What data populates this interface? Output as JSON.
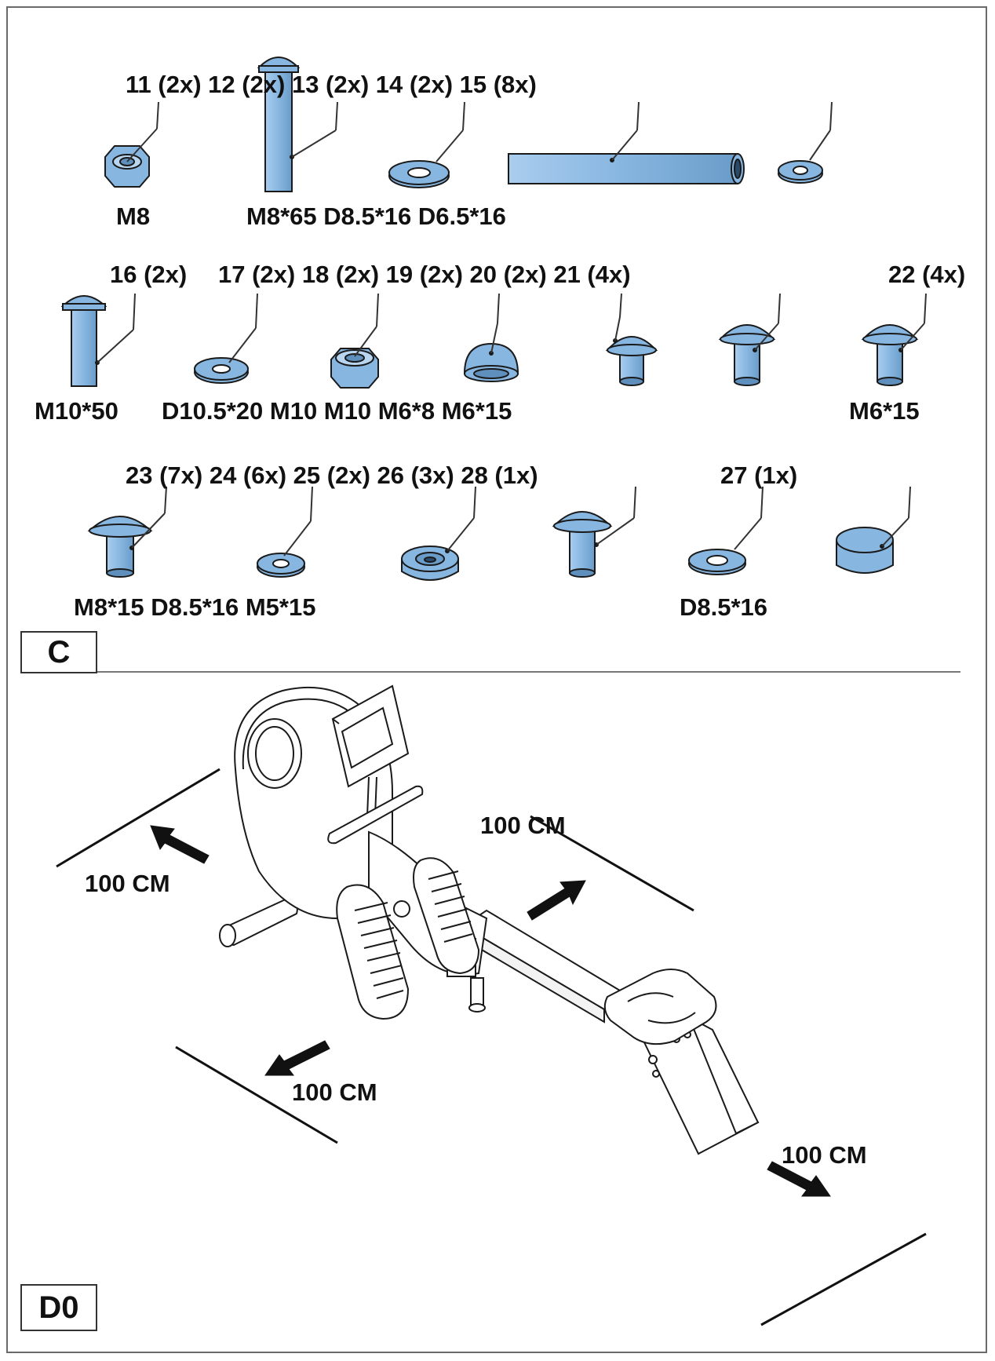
{
  "colors": {
    "part_fill": "#87b6e0",
    "outline": "#1a1a1a",
    "line": "#333333"
  },
  "section_c": {
    "tab": "C",
    "rows": [
      {
        "numbers": "11 (2x) 12 (2x) 13 (2x) 14 (2x) 15 (8x)",
        "sizes_a": "M8",
        "sizes_b": "M8*65 D8.5*16 D6.5*16"
      },
      {
        "numbers_a": "16 (2x)",
        "numbers_b": "17 (2x) 18 (2x) 19 (2x) 20 (2x) 21 (4x)",
        "numbers_c": "22 (4x)",
        "sizes_a": "M10*50",
        "sizes_b": "D10.5*20 M10 M10 M6*8 M6*15",
        "sizes_c": "M6*15"
      },
      {
        "numbers_a": "23 (7x) 24 (6x) 25 (2x) 26 (3x) 28 (1x)",
        "numbers_b": "27 (1x)",
        "sizes_a": "M8*15 D8.5*16 M5*15",
        "sizes_b": "D8.5*16"
      }
    ],
    "parts": [
      {
        "icon": "nut-icon"
      },
      {
        "icon": "carriage-bolt-icon"
      },
      {
        "icon": "washer-icon"
      },
      {
        "icon": "tube-icon"
      },
      {
        "icon": "washer-icon"
      },
      {
        "icon": "carriage-bolt-icon"
      },
      {
        "icon": "washer-icon"
      },
      {
        "icon": "nut-icon"
      },
      {
        "icon": "cap-nut-icon"
      },
      {
        "icon": "short-screw-icon"
      },
      {
        "icon": "screw-icon"
      },
      {
        "icon": "screw-icon"
      },
      {
        "icon": "screw-icon"
      },
      {
        "icon": "washer-icon"
      },
      {
        "icon": "spacer-icon"
      },
      {
        "icon": "screw-icon"
      },
      {
        "icon": "washer-icon"
      },
      {
        "icon": "end-cap-icon"
      }
    ]
  },
  "section_d0": {
    "tab": "D0",
    "clearance_labels": [
      "100 CM",
      "100 CM",
      "100 CM",
      "100 CM"
    ]
  }
}
